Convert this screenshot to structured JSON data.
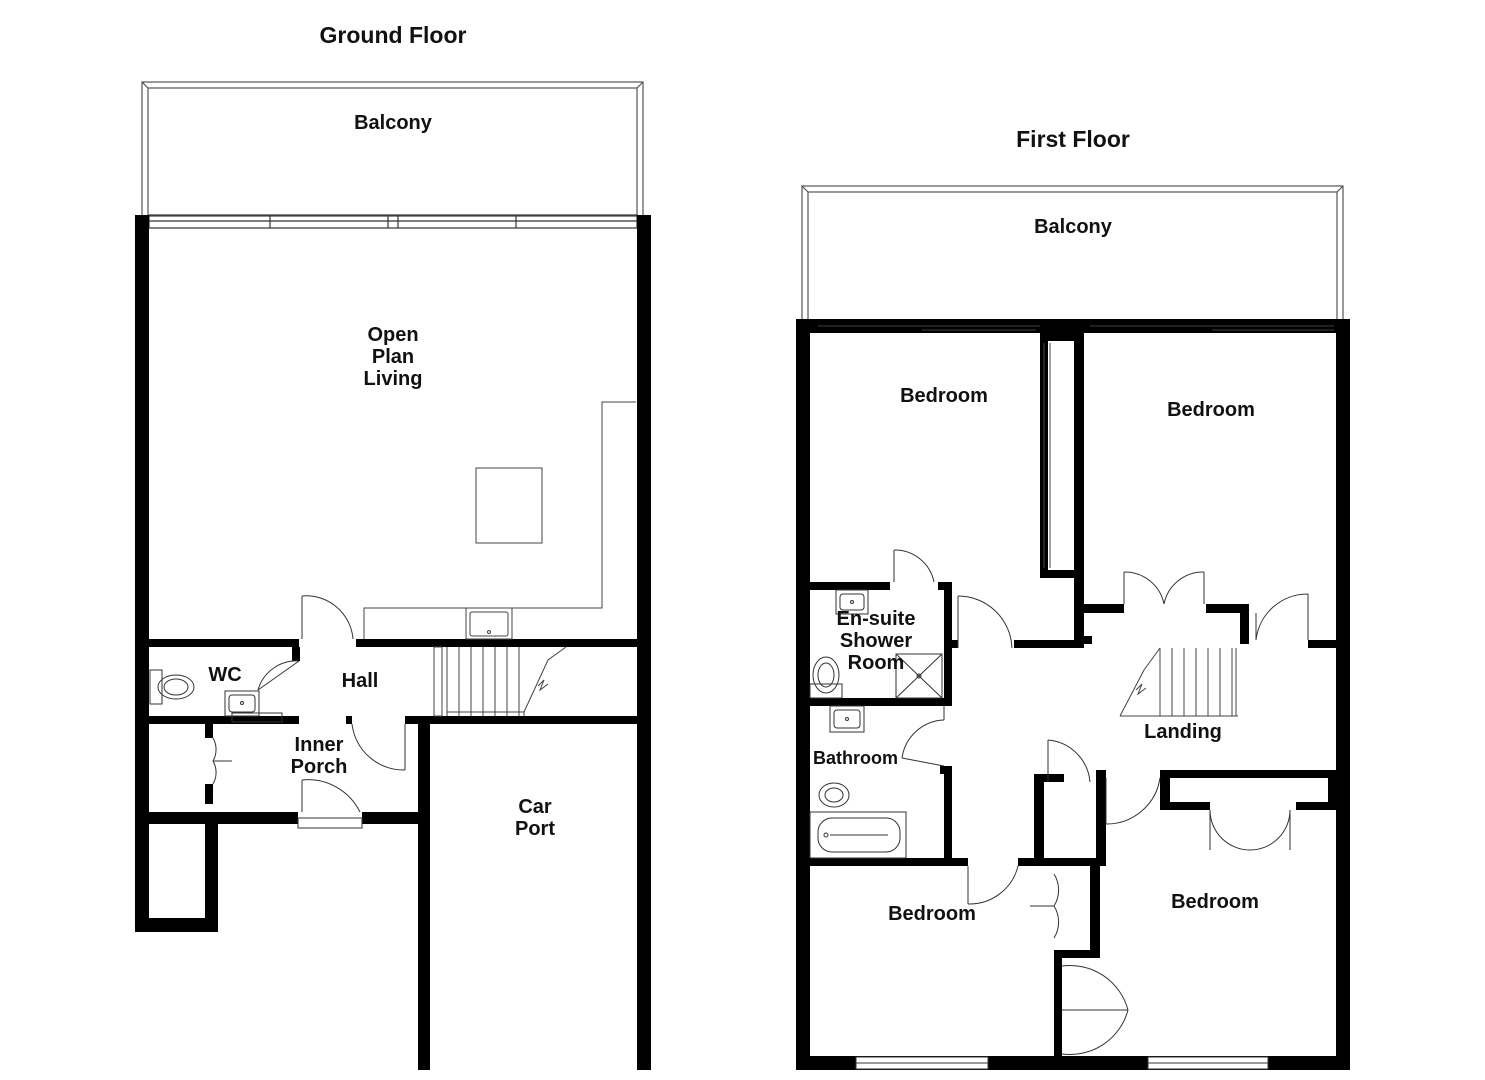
{
  "floors": {
    "ground": {
      "title": "Ground Floor",
      "rooms": {
        "balcony": "Balcony",
        "open_plan_living": "Open\nPlan\nLiving",
        "wc": "WC",
        "hall": "Hall",
        "inner_porch": "Inner\nPorch",
        "car_port": "Car\nPort"
      }
    },
    "first": {
      "title": "First Floor",
      "rooms": {
        "balcony": "Balcony",
        "bedroom_front_left": "Bedroom",
        "bedroom_front_right": "Bedroom",
        "ensuite": "En-suite\nShower\nRoom",
        "landing": "Landing",
        "bathroom": "Bathroom",
        "bedroom_rear_left": "Bedroom",
        "bedroom_rear_right": "Bedroom"
      }
    }
  },
  "colors": {
    "wall": "#000000",
    "line": "#333333",
    "background": "#ffffff"
  }
}
